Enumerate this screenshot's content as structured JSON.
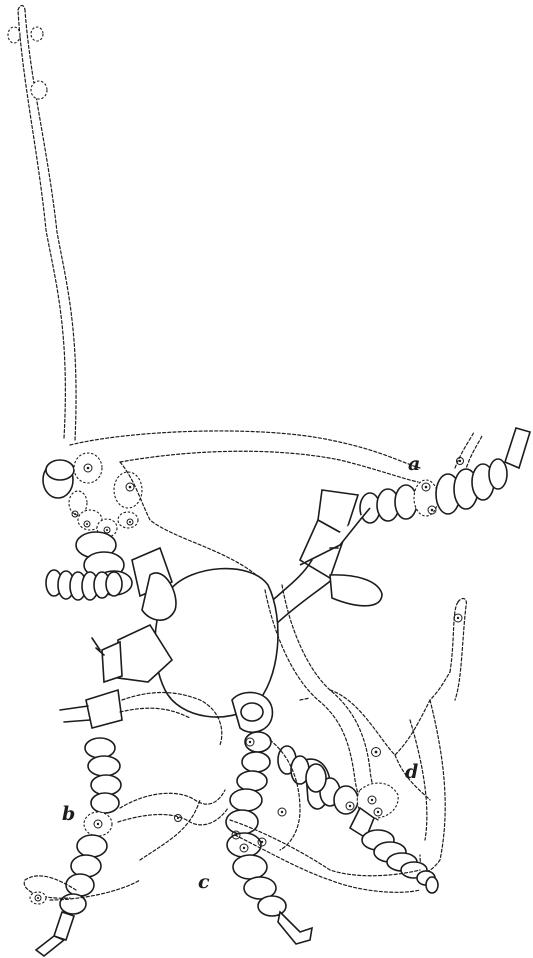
{
  "figure": {
    "labels": {
      "a": "a",
      "b": "b",
      "c": "c",
      "d": "d"
    },
    "ink_color": "#1c1c1c",
    "background": "#ffffff"
  }
}
